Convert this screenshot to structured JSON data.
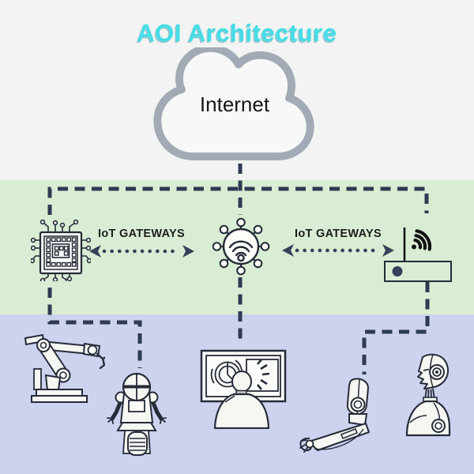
{
  "title": "AOI Architecture",
  "cloud": {
    "label": "Internet"
  },
  "links": {
    "left_gateway_label": "IoT GATEWAYS",
    "right_gateway_label": "IoT GATEWAYS"
  },
  "icons": {
    "top_node": "internet-cloud",
    "left_gateway": "microchip",
    "center_gateway": "iot-wifi-hub",
    "right_gateway": "wifi-router",
    "edge_devices": [
      "industrial-robot-arm",
      "service-robot",
      "operator-control-screen",
      "robotic-prosthetic-arm",
      "humanoid-robot"
    ]
  },
  "colors": {
    "accent": "#45dde7",
    "accent_shadow": "#2db3c2",
    "band_top": "#f2f3f2",
    "band_middle": "#d9edd4",
    "band_bottom": "#cdd2ef",
    "connector": "#2e3a52",
    "arrow": "#35415a",
    "cloud_outline": "#a2aab5",
    "icon_stroke": "#252b38",
    "icon_fill": "#f6f7f3",
    "label_text": "#1d1d1d"
  }
}
